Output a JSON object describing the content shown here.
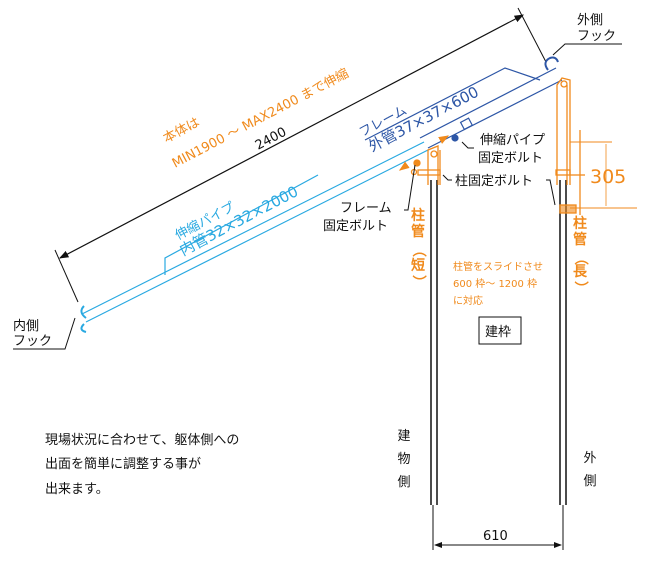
{
  "colors": {
    "orange": "#f08a1c",
    "light_blue": "#29a9e1",
    "dark_blue": "#2d56a6",
    "black": "#111111"
  },
  "labels": {
    "outer_hook": [
      "外側",
      "フック"
    ],
    "inner_hook": [
      "内側",
      "フック"
    ],
    "total_length": "2400",
    "range_note": [
      "本体は",
      "MIN1900 ～ MAX2400 まで伸縮"
    ],
    "frame": [
      "フレーム",
      "外管37×37×600"
    ],
    "telescopic_pipe": [
      "伸縮パイプ",
      "内管32×32×2000"
    ],
    "telescopic_bolt": [
      "伸縮パイプ",
      "固定ボルト"
    ],
    "column_bolt": "柱固定ボルト",
    "frame_bolt": [
      "フレーム",
      "固定ボルト"
    ],
    "short_column": [
      "柱",
      "管",
      "（",
      "短",
      "）"
    ],
    "long_column": [
      "柱",
      "管",
      "（",
      "長",
      "）"
    ],
    "slide_note": [
      "柱管をスライドさせ",
      "600 枠～ 1200 枠",
      "に対応"
    ],
    "scaffold_frame": "建枠",
    "building_side": [
      "建",
      "物",
      "側"
    ],
    "outside": [
      "外",
      "側"
    ],
    "dim_305": "305",
    "dim_610": "610",
    "description": [
      "現場状況に合わせて、躯体側への",
      "出面を簡単に調整する事が",
      "出来ます。"
    ]
  }
}
